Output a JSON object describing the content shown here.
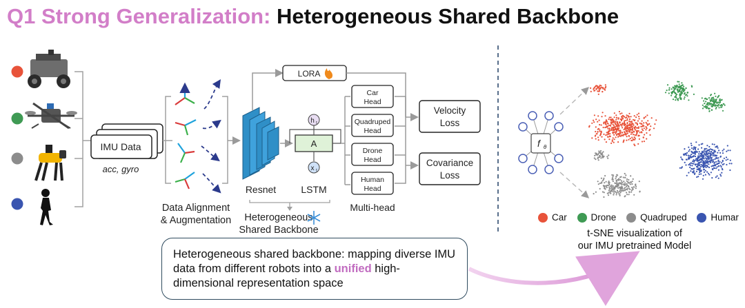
{
  "title": {
    "highlight": "Q1 Strong Generalization:",
    "rest": "Heterogeneous Shared Backbone"
  },
  "robots": [
    {
      "name": "wheeled-robot",
      "color": "#e8533a"
    },
    {
      "name": "drone",
      "color": "#3f9a54"
    },
    {
      "name": "quadruped",
      "color": "#8c8c8c"
    },
    {
      "name": "human",
      "color": "#3a55b0"
    }
  ],
  "imu": {
    "label": "IMU Data",
    "sublabel": "acc, gyro"
  },
  "alignment": {
    "line1": "Data Alignment",
    "line2": "& Augmentation"
  },
  "backbone": {
    "lora": "LORA",
    "lstm_cell": "A",
    "lstm_h": "h",
    "lstm_h_sub": "t",
    "lstm_x": "x",
    "lstm_x_sub": "t",
    "resnet": "Resnet",
    "lstm": "LSTM",
    "caption_line1": "Heterogeneous",
    "caption_line2": "Shared Backbone"
  },
  "heads": [
    {
      "line1": "Car",
      "line2": "Head"
    },
    {
      "line1": "Quadruped",
      "line2": "Head"
    },
    {
      "line1": "Drone",
      "line2": "Head"
    },
    {
      "line1": "Human",
      "line2": "Head"
    }
  ],
  "multihead_label": "Multi-head",
  "losses": [
    {
      "line1": "Velocity",
      "line2": "Loss"
    },
    {
      "line1": "Covariance",
      "line2": "Loss"
    }
  ],
  "model_symbol": "f",
  "model_symbol_sub": "θ",
  "tsne": {
    "legend": [
      {
        "label": "Car",
        "color": "#e8533a"
      },
      {
        "label": "Drone",
        "color": "#3f9a54"
      },
      {
        "label": "Quadruped",
        "color": "#8c8c8c"
      },
      {
        "label": "Humar",
        "color": "#3a55b0"
      }
    ],
    "caption_line1": "t-SNE visualization of",
    "caption_line2": "our IMU pretrained Model"
  },
  "summary": {
    "before": "Heterogeneous shared backbone: mapping diverse IMU data from different robots into a ",
    "highlight": "unified",
    "after": " high-dimensional representation space"
  }
}
